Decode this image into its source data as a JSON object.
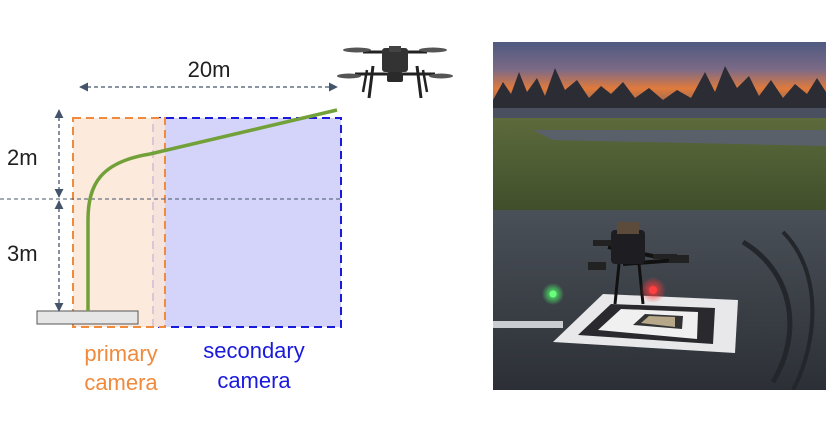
{
  "diagram": {
    "distance_label": "20m",
    "upper_height_label": "2m",
    "lower_height_label": "3m",
    "primary_label_line1": "primary",
    "primary_label_line2": "camera",
    "secondary_label_line1": "secondary",
    "secondary_label_line2": "camera",
    "colors": {
      "primary": "#f08a3c",
      "primary_fill": "#fbe6d6",
      "secondary": "#1a1adc",
      "secondary_fill": "#d4d4fa",
      "trajectory": "#72a13a",
      "dimension": "#44546a"
    }
  },
  "photo": {
    "icon": "drone-landing-photo",
    "visual_markers": [
      "drone-icon",
      "landing-pad",
      "sunset-sky"
    ]
  }
}
